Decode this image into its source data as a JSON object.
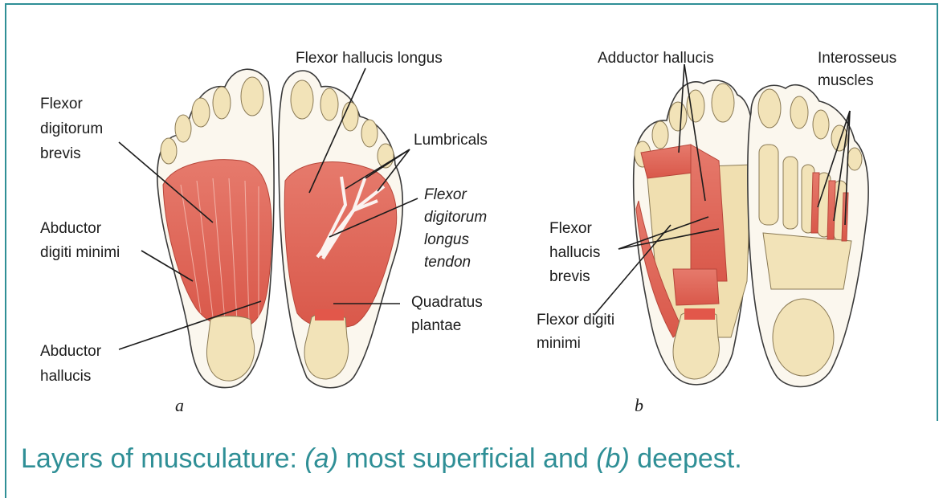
{
  "figure": {
    "labels_a": {
      "flexor_digitorum_brevis": [
        "Flexor",
        "digitorum",
        "brevis"
      ],
      "flexor_hallucis_longus": "Flexor hallucis longus",
      "lumbricals": "Lumbricals",
      "flexor_digitorum_longus_tendon": [
        "Flexor",
        "digitorum",
        "longus",
        "tendon"
      ],
      "abductor_digiti_minimi": [
        "Abductor",
        "digiti minimi"
      ],
      "quadratus_plantae": [
        "Quadratus",
        "plantae"
      ],
      "abductor_hallucis": [
        "Abductor",
        "hallucis"
      ]
    },
    "labels_b": {
      "adductor_hallucis": "Adductor hallucis",
      "interosseus_muscles": [
        "Interosseus",
        "muscles"
      ],
      "flexor_hallucis_brevis": [
        "Flexor",
        "hallucis",
        "brevis"
      ],
      "flexor_digiti_minimi": [
        "Flexor digiti",
        "minimi"
      ]
    },
    "panel_a": "a",
    "panel_b": "b"
  },
  "caption": {
    "part1": "Layers of musculature: ",
    "a": "(a)",
    "part2": " most superficial and ",
    "b": "(b)",
    "part3": " deepest."
  },
  "colors": {
    "accent": "#2f8f96",
    "muscle": "#e0685a",
    "bone": "#f2e3b8",
    "outline": "#3a3a3a"
  }
}
